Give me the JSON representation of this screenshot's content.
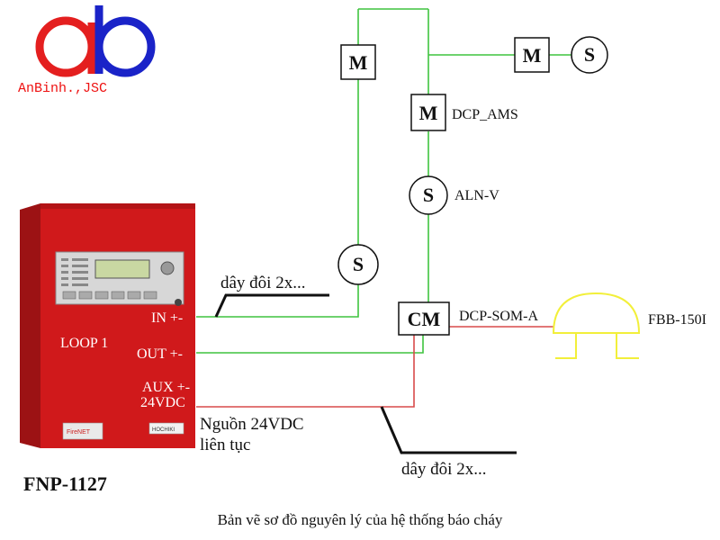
{
  "logo": {
    "company": "AnBinh.,JSC",
    "monogram": "ab"
  },
  "panel": {
    "model": "FNP-1127",
    "loop_label": "LOOP 1",
    "in_label": "IN +-",
    "out_label": "OUT +-",
    "aux_label_1": "AUX +-",
    "aux_label_2": "24VDC",
    "brand_badge": "FireNET",
    "maker_badge": "HOCHIKI"
  },
  "devices": {
    "m_top_left": "M",
    "m_top_right": "M",
    "s_top_right": "S",
    "m_middle": "M",
    "m_middle_label": "DCP_AMS",
    "s_middle": "S",
    "s_middle_label": "ALN-V",
    "s_lower_left": "S",
    "cm": "CM",
    "cm_label": "DCP-SOM-A",
    "bell_label": "FBB-150I"
  },
  "notes": {
    "pair_wire_top": "dây đôi 2x...",
    "power_line_1": "Nguồn 24VDC",
    "power_line_2": "liên tục",
    "pair_wire_bottom": "dây đôi 2x..."
  },
  "caption": "Bản vẽ sơ đồ nguyên lý của hệ thống báo cháy",
  "colors": {
    "loop_wire": "#3fc43f",
    "power_wire": "#d94a4a",
    "bell": "#f2ef3a",
    "panel_red": "#d0191b",
    "logo_red": "#e41f1f",
    "logo_blue": "#1a23c8"
  }
}
